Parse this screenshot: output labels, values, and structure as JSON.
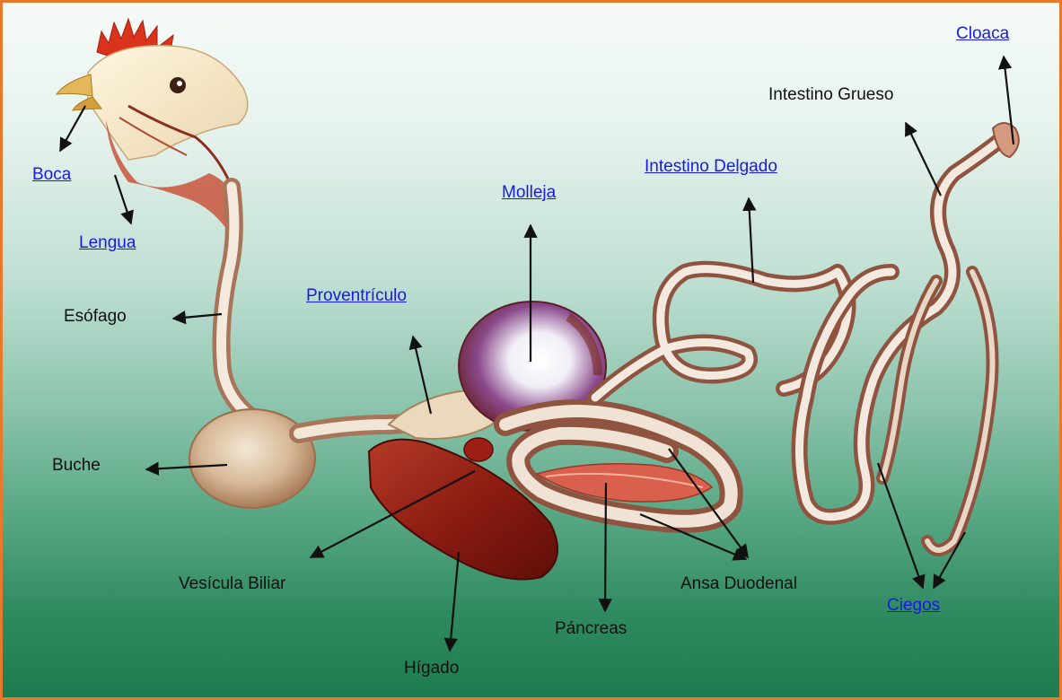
{
  "colors": {
    "border": "#e8782a",
    "link": "#1a1ae6",
    "plain_text": "#111111",
    "arrow": "#111111"
  },
  "labels": {
    "boca": "Boca",
    "lengua": "Lengua",
    "esofago": "Esófago",
    "buche": "Buche",
    "proventriculo": "Proventrículo",
    "molleja": "Molleja",
    "intestino_delgado": "Intestino Delgado",
    "intestino_grueso": "Intestino Grueso",
    "cloaca": "Cloaca",
    "vesicula_biliar": "Vesícula Biliar",
    "higado": "Hígado",
    "pancreas": "Páncreas",
    "ansa_duodenal": "Ansa Duodenal",
    "ciegos": "Ciegos"
  }
}
